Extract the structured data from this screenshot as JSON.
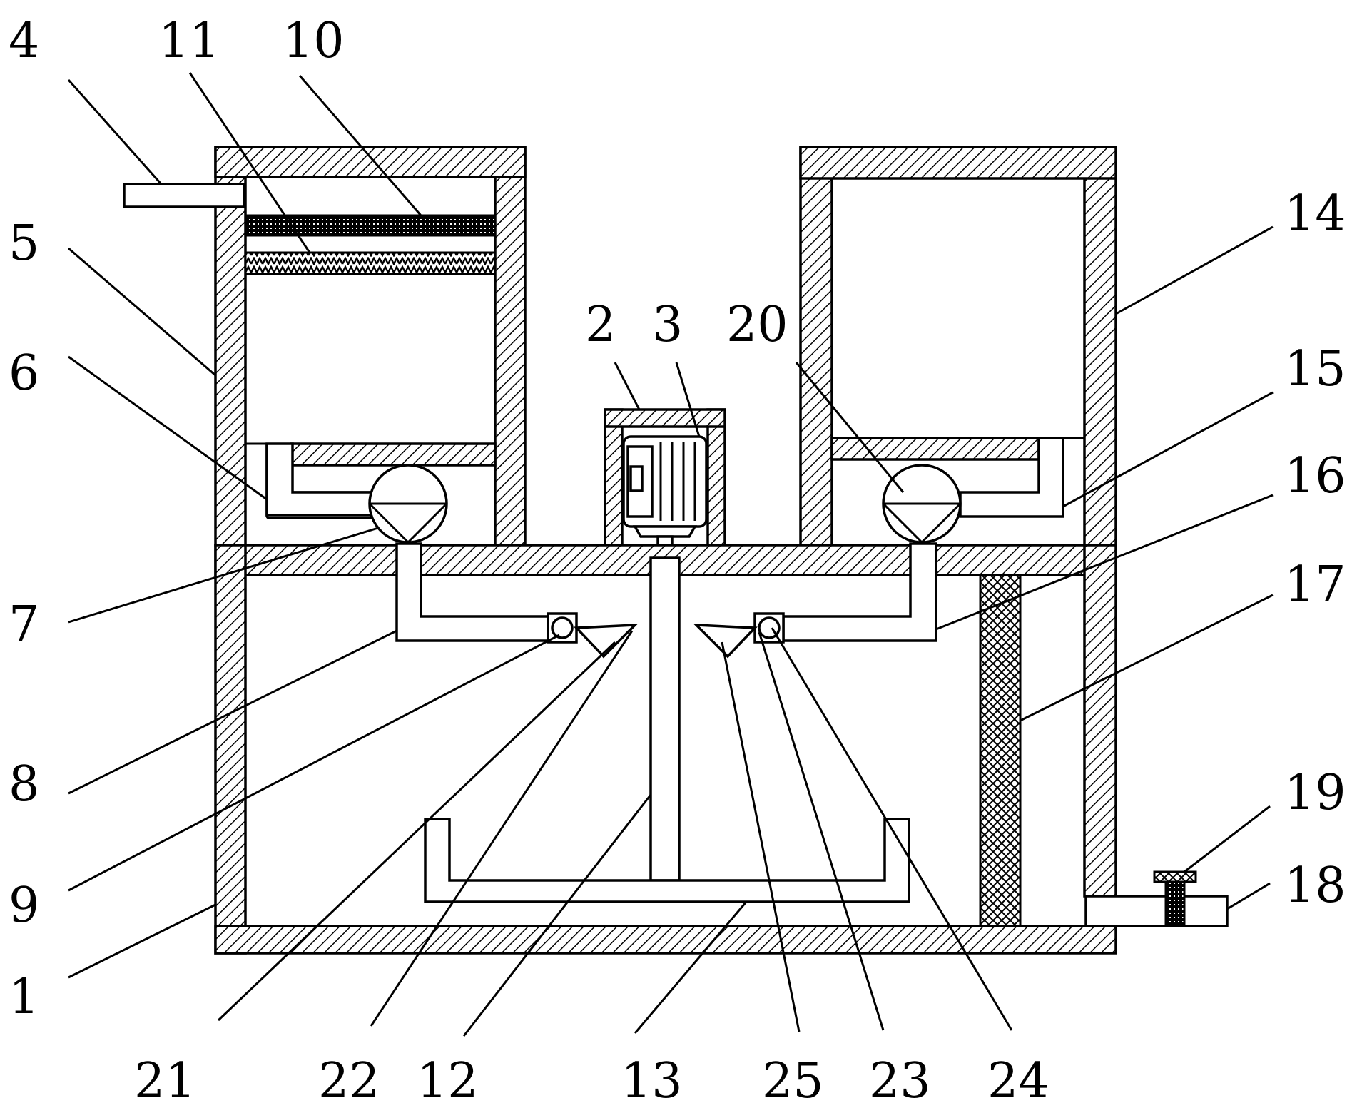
{
  "labels": {
    "n1": "1",
    "n2": "2",
    "n3": "3",
    "n4": "4",
    "n5": "5",
    "n6": "6",
    "n7": "7",
    "n8": "8",
    "n9": "9",
    "n10": "10",
    "n11": "11",
    "n12": "12",
    "n13": "13",
    "n14": "14",
    "n15": "15",
    "n16": "16",
    "n17": "17",
    "n18": "18",
    "n19": "19",
    "n20": "20",
    "n21": "21",
    "n22": "22",
    "n23": "23",
    "n24": "24",
    "n25": "25"
  }
}
